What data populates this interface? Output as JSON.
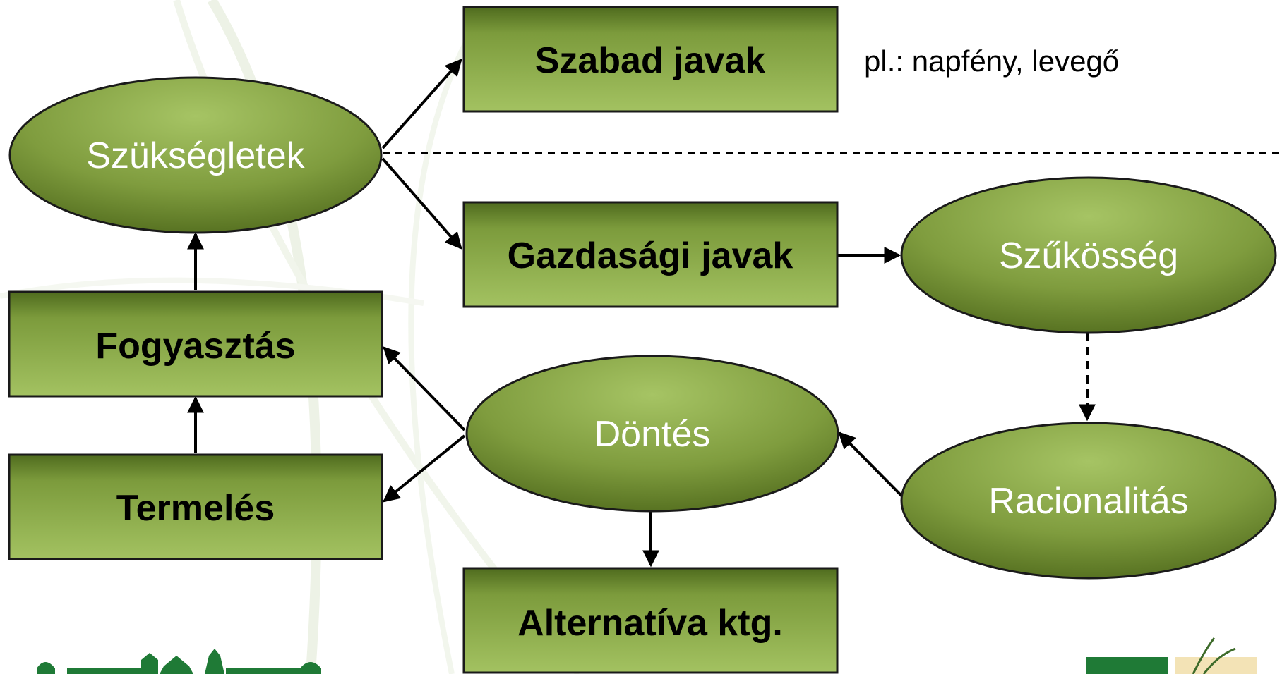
{
  "nodes": {
    "szuksegletek": "Szükségletek",
    "szabad_javak": "Szabad javak",
    "note": "pl.: napfény, levegő",
    "gazdasagi_javak": "Gazdasági javak",
    "szukosseg": "Szűkösség",
    "fogyasztas": "Fogyasztás",
    "dontes": "Döntés",
    "racionalitas": "Racionalitás",
    "termeles": "Termelés",
    "alternativa": "Alternatíva ktg."
  },
  "colors": {
    "fill_light": "#9bbb59",
    "fill_dark": "#5f7a2b",
    "stroke": "#1a1a1a",
    "ellipse_text": "#ffffff",
    "watermark": "#dfe8d2"
  }
}
